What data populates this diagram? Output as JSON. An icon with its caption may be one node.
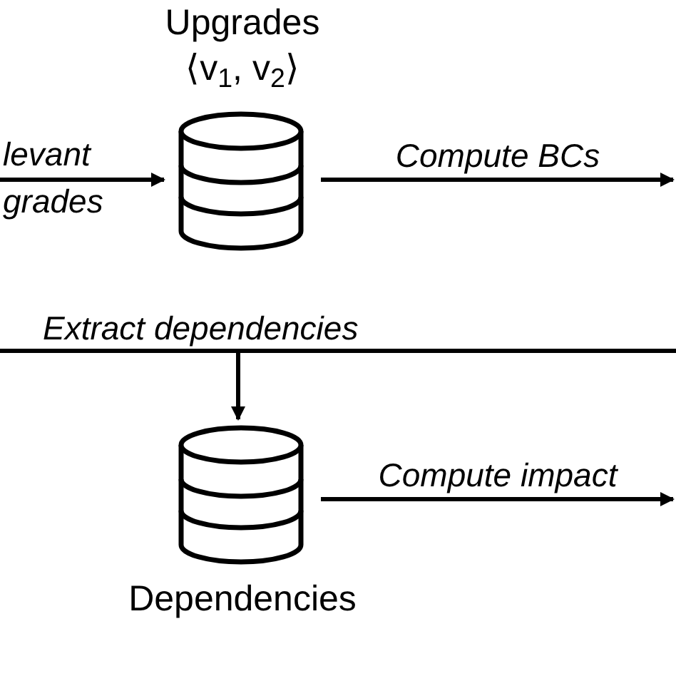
{
  "diagram": {
    "nodes": [
      {
        "text": [
          "Upgrades",
          "⟨v$_{1}$, v$_{2}$⟩"
        ]
      },
      {
        "text": [
          "Dependencies"
        ]
      }
    ],
    "edges": [
      {
        "from": null,
        "to": 0,
        "arrow": "to",
        "label": "levant grades"
      },
      {
        "from": 0,
        "to": null,
        "arrow": "to",
        "label": "Compute BCs"
      },
      {
        "from": null,
        "to": 1,
        "arrow": "to",
        "label": "Extract dependencies"
      },
      {
        "from": 1,
        "to": null,
        "arrow": "to",
        "label": "Compute impact"
      }
    ]
  }
}
